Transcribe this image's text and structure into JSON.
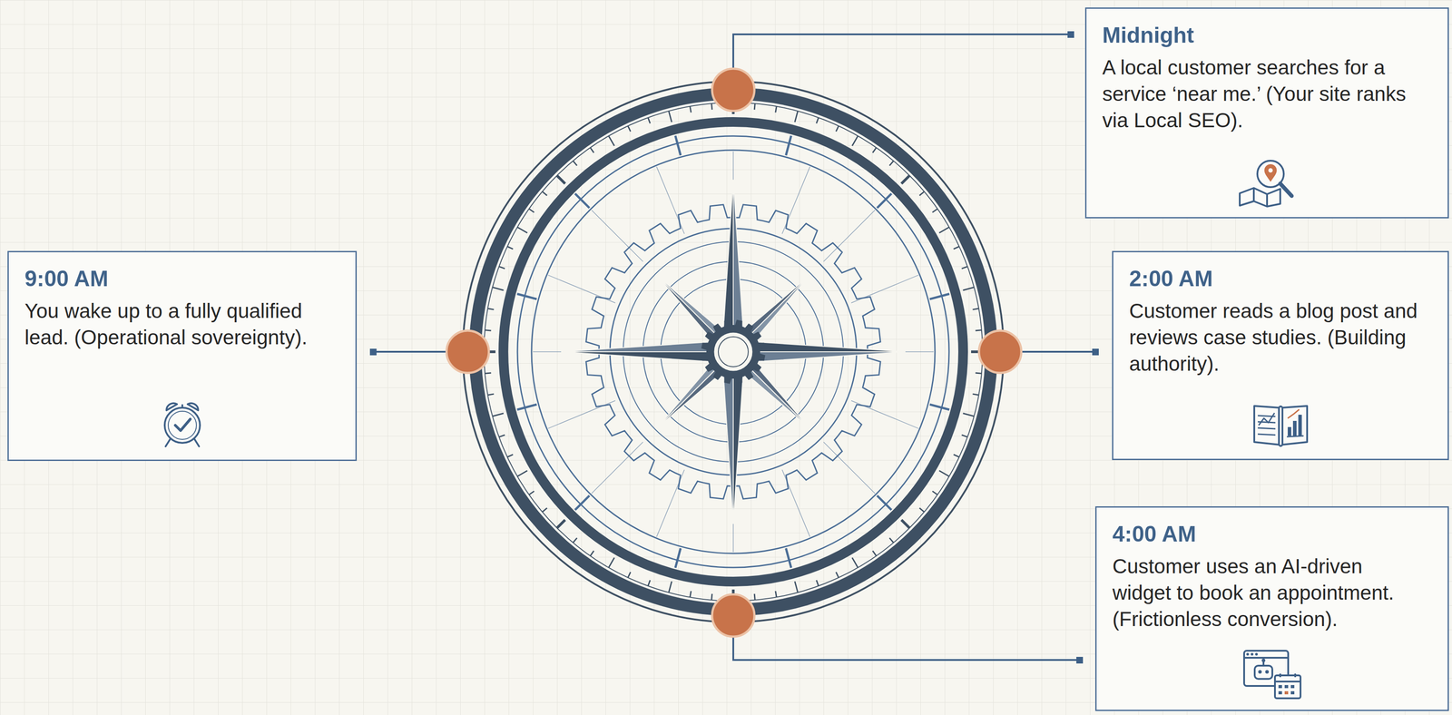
{
  "diagram": {
    "nodes": [
      {
        "text": [
          "Midnight",
          "A local customer searches for a service ‘near me.’ (Your site ranks via Local SEO)."
        ]
      },
      {
        "text": [
          "2:00 AM",
          "Customer reads a blog post and reviews case studies. (Building authority)."
        ]
      },
      {
        "text": [
          "4:00 AM",
          "Customer uses an AI-driven widget to book an appointment. (Frictionless conversion)."
        ]
      },
      {
        "text": [
          "9:00 AM",
          "You wake up to a fully qualified lead. (Operational sovereignty)."
        ]
      }
    ]
  }
}
